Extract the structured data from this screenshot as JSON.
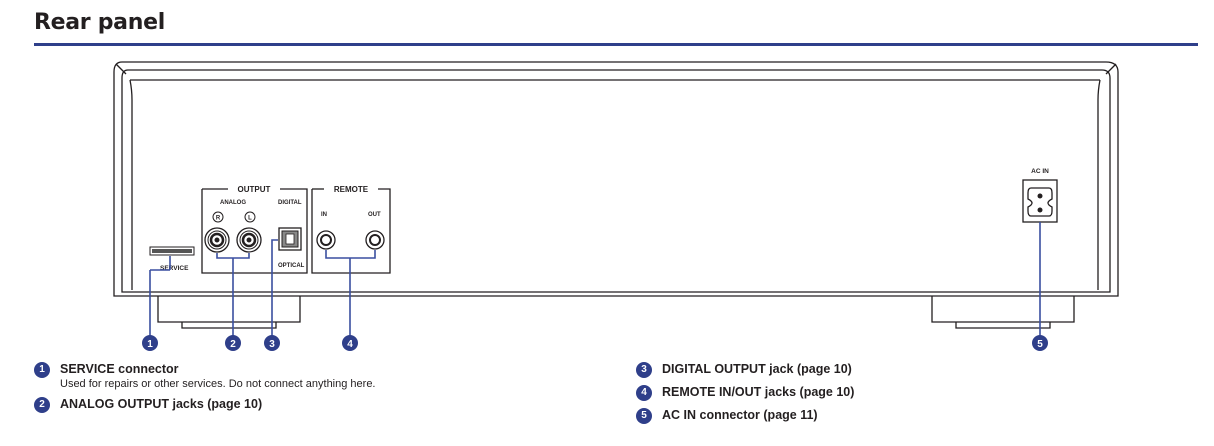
{
  "page": {
    "title": "Rear panel"
  },
  "panel": {
    "service_label": "SERVICE",
    "output_group_label": "OUTPUT",
    "analog_label": "ANALOG",
    "r_label": "R",
    "l_label": "L",
    "digital_label": "DIGITAL",
    "optical_label": "OPTICAL",
    "remote_group_label": "REMOTE",
    "in_label": "IN",
    "out_label": "OUT",
    "acin_label": "AC IN"
  },
  "callouts": [
    "1",
    "2",
    "3",
    "4",
    "5"
  ],
  "legend": {
    "left": [
      {
        "num": "1",
        "label": "SERVICE connector",
        "desc": "Used for repairs or other services. Do not connect anything here."
      },
      {
        "num": "2",
        "label": "ANALOG OUTPUT jacks (page 10)"
      }
    ],
    "right": [
      {
        "num": "3",
        "label": "DIGITAL OUTPUT jack (page 10)"
      },
      {
        "num": "4",
        "label": "REMOTE IN/OUT jacks (page 10)"
      },
      {
        "num": "5",
        "label": "AC IN connector (page 11)"
      }
    ]
  },
  "colors": {
    "accent": "#2f3f8a",
    "line": "#231f20",
    "callout_line": "#3a4fa0"
  }
}
